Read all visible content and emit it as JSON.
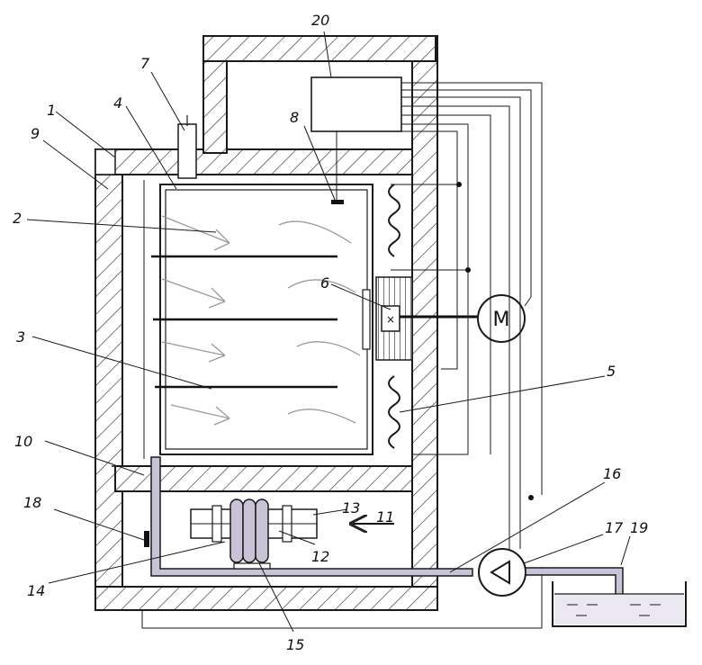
{
  "diagram": {
    "labels": [
      "1",
      "2",
      "3",
      "4",
      "5",
      "6",
      "7",
      "8",
      "9",
      "10",
      "11",
      "12",
      "13",
      "14",
      "15",
      "16",
      "17",
      "18",
      "19",
      "20"
    ],
    "motor_label": "M"
  },
  "colors": {
    "ink": "#1a1a1a",
    "pipe_fill": "#c9c3d8",
    "water": "#d8d3e4",
    "hatch": "#333333"
  }
}
